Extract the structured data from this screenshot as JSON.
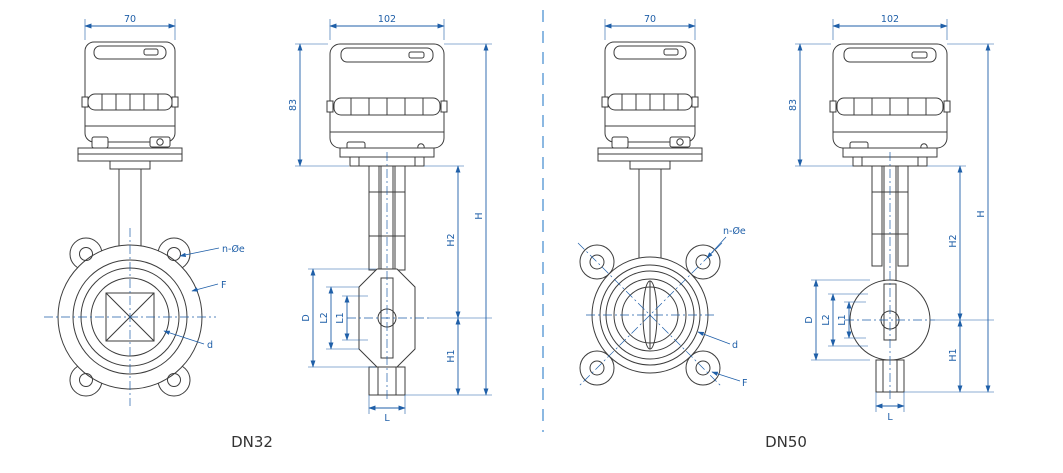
{
  "page": {
    "background": "#ffffff",
    "divider_color": "#5b9bd5",
    "line_color": "#3c3c3c",
    "dimension_color": "#1f5fa8"
  },
  "views": {
    "dn32": {
      "caption": "DN32",
      "front": {
        "width": "70",
        "bolt_label": "n-Øe",
        "face_label": "F",
        "bore_label": "d"
      },
      "side": {
        "width": "102",
        "actuator_height": "83",
        "total_height": "H",
        "upper_height": "H2",
        "lower_height": "H1",
        "face_to_face": "L",
        "body_dim": "D",
        "inner_dim1": "L1",
        "inner_dim2": "L2"
      }
    },
    "dn50": {
      "caption": "DN50",
      "front": {
        "width": "70",
        "bolt_label": "n-Øe",
        "face_label": "F",
        "bore_label": "d"
      },
      "side": {
        "width": "102",
        "actuator_height": "83",
        "total_height": "H",
        "upper_height": "H2",
        "lower_height": "H1",
        "face_to_face": "L",
        "body_dim": "D",
        "inner_dim1": "L1",
        "inner_dim2": "L2"
      }
    }
  }
}
